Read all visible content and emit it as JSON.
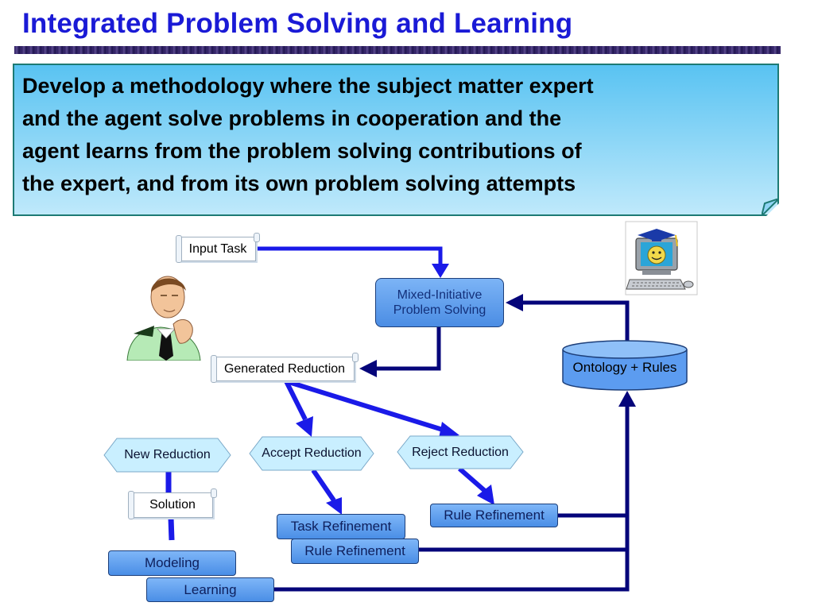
{
  "title": "Integrated Problem Solving and Learning",
  "callout": {
    "lines": [
      "Develop a methodology where the subject matter expert",
      "and the agent solve problems in cooperation and the",
      "agent learns from the problem solving contributions of",
      "the expert, and from its own problem solving attempts"
    ]
  },
  "nodes": {
    "input_task": "Input Task",
    "mips_line1": "Mixed-Initiative",
    "mips_line2": "Problem Solving",
    "generated_reduction": "Generated Reduction",
    "ontology_rules": "Ontology + Rules",
    "new_reduction": "New Reduction",
    "accept_reduction": "Accept Reduction",
    "reject_reduction": "Reject Reduction",
    "solution": "Solution",
    "task_refinement": "Task Refinement",
    "rule_refinement_left": "Rule Refinement",
    "rule_refinement_right": "Rule Refinement",
    "modeling": "Modeling",
    "learning": "Learning"
  },
  "colors": {
    "title": "#1a1ad6",
    "arrow_navy": "#05057a",
    "arrow_blue": "#1a1ae8",
    "box_blue": "#5c9cf0",
    "hex_fill": "#c9efff",
    "callout_top": "#59c3f2",
    "callout_bottom": "#bfe9fb"
  },
  "icons": {
    "expert": "expert-person-icon",
    "agent": "computer-agent-icon"
  }
}
